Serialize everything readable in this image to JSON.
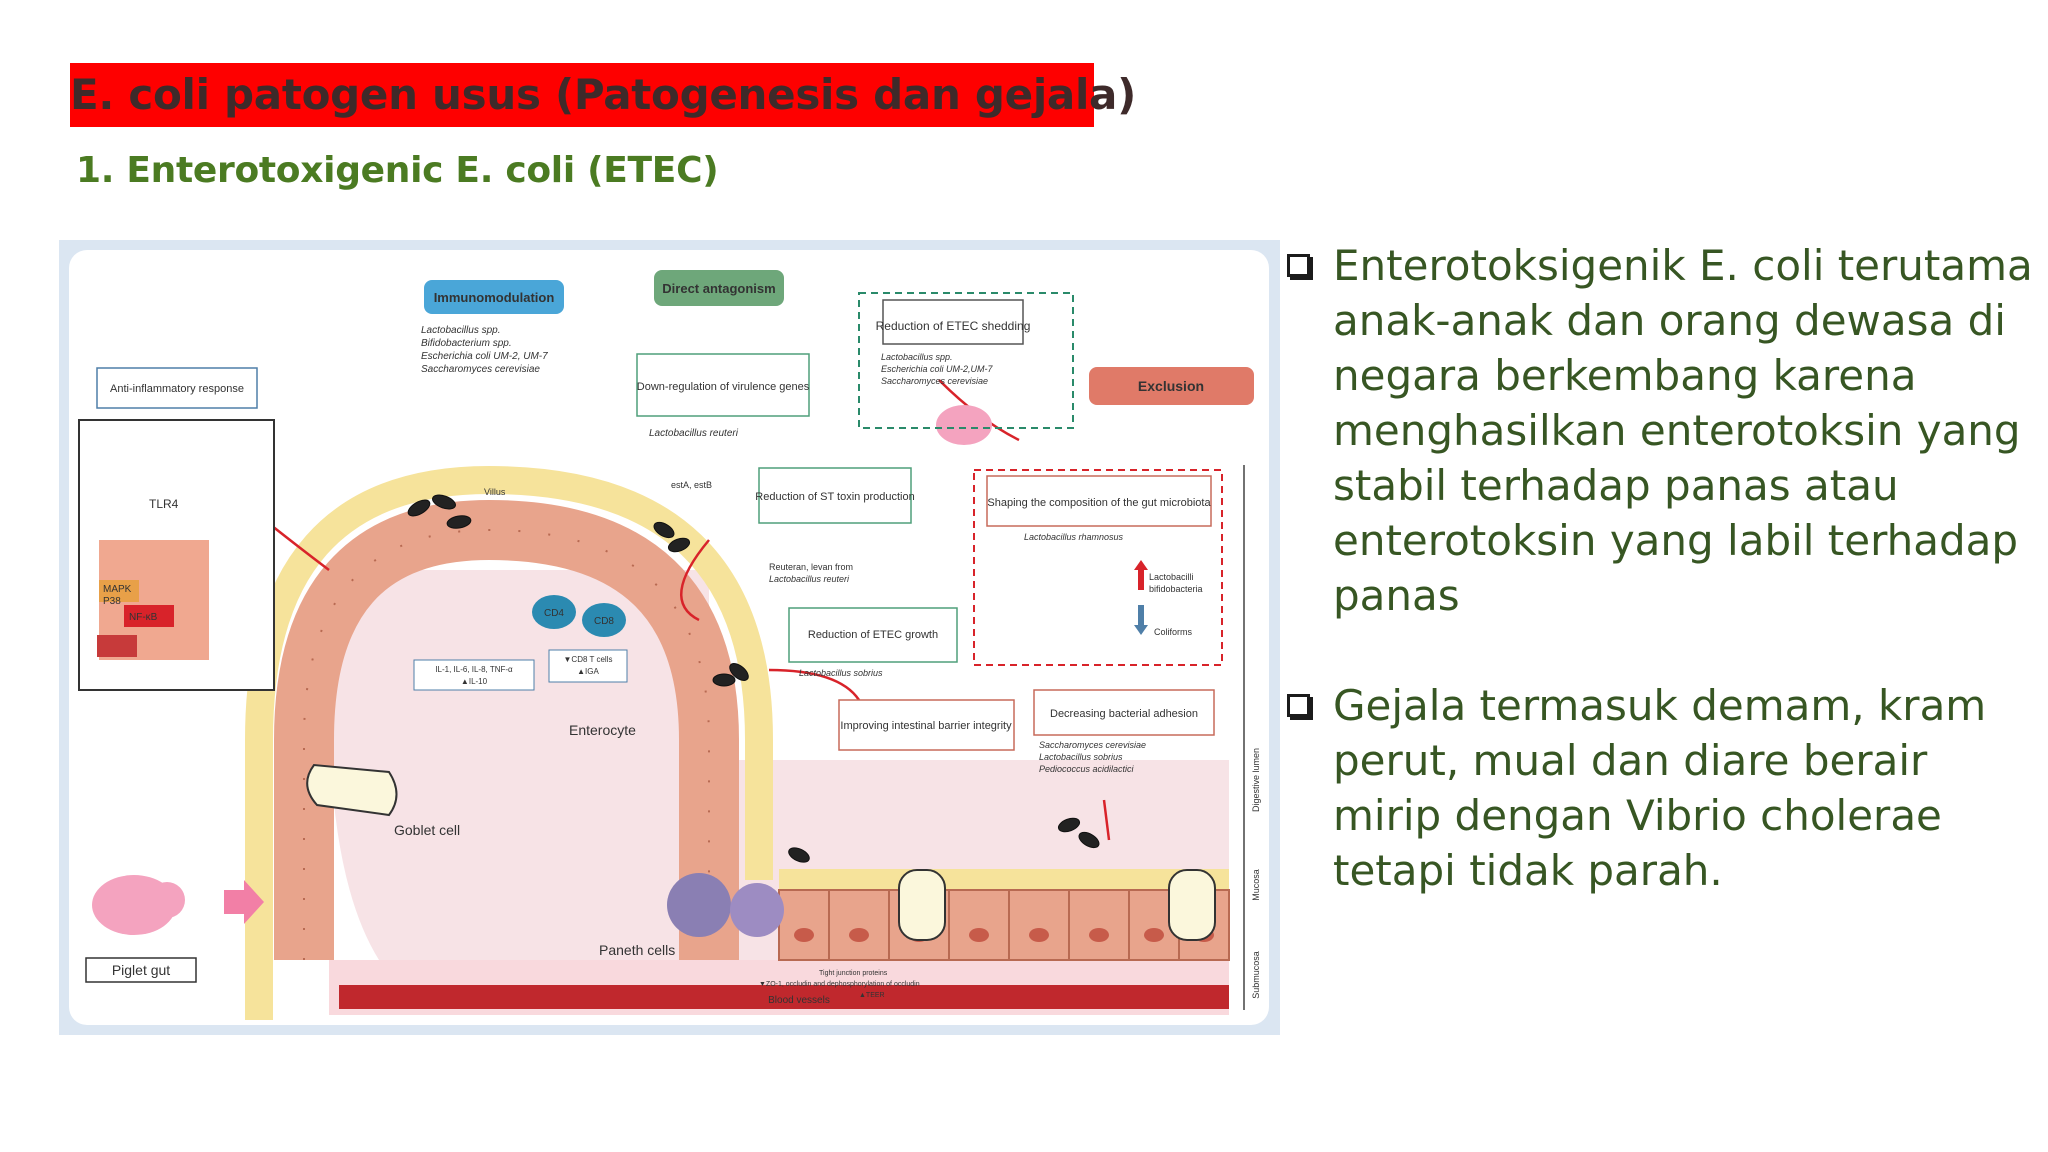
{
  "slide": {
    "title": "E. coli patogen usus (Patogenesis dan gejala)",
    "subtitle": "1. Enterotoxigenic E. coli (ETEC)"
  },
  "bullets": [
    "Enterotoksigenik E. coli terutama anak-anak dan orang dewasa di negara berkembang karena menghasilkan enterotoksin yang stabil terhadap panas atau enterotoksin yang labil terhadap panas",
    "Gejala termasuk demam, kram perut, mual dan diare berair mirip dengan Vibrio cholerae tetapi tidak parah."
  ],
  "figure": {
    "immunomodulation": "Immunomodulation",
    "immuno_species": [
      "Lactobacillus spp.",
      "Bifidobacterium spp.",
      "Escherichia coli UM-2, UM-7",
      "Saccharomyces cerevisiae"
    ],
    "direct_antagonism": "Direct antagonism",
    "reduction_shedding": "Reduction of ETEC shedding",
    "shedding_species": [
      "Lactobacillus spp.",
      "Escherichia coli UM-2,UM-7",
      "Saccharomyces cerevisiae"
    ],
    "exclusion": "Exclusion",
    "anti_inflammatory": "Anti-inflammatory response",
    "down_regulation": "Down-regulation of virulence genes",
    "down_species": "Lactobacillus reuteri",
    "reduction_st": "Reduction of ST toxin production",
    "st_species": [
      "Reuteran, levan from",
      "Lactobacillus reuteri"
    ],
    "shaping": "Shaping the composition of the gut microbiota",
    "shaping_species": "Lactobacillus rhamnosus",
    "lactobacilli": "Lactobacilli",
    "bifidobacteria": "bifidobacteria",
    "coliforms": "Coliforms",
    "reduction_growth": "Reduction of ETEC growth",
    "growth_species": "Lactobacillus sobrius",
    "improving_barrier": "Improving intestinal barrier integrity",
    "decreasing_adhesion": "Decreasing bacterial adhesion",
    "adhesion_species": [
      "Saccharomyces cerevisiae",
      "Lactobacillus sobrius",
      "Pediococcus acidilactici"
    ],
    "tlr4": "TLR4",
    "mapk": "MAPK",
    "p38": "P38",
    "nfkb": "NF-κB",
    "villus": "Villus",
    "esta": "estA, estB",
    "cytokines": [
      "IL-1, IL-6, IL-8, TNF-α",
      "▲IL-10"
    ],
    "cd_cells": [
      "▼CD8 T cells",
      "▲IGA"
    ],
    "cd4": "CD4",
    "cd8": "CD8",
    "enterocyte": "Enterocyte",
    "goblet": "Goblet cell",
    "paneth": "Paneth cells",
    "piglet": "Piglet gut",
    "tight_junction": [
      "Tight junction proteins",
      "▼ZO-1, occludin and dephosphorylation of occludin",
      "▲TEER"
    ],
    "blood": "Blood vessels",
    "digestive_lumen": "Digestive lumen",
    "mucosa": "Mucosa",
    "submucosa": "Submucosa"
  }
}
